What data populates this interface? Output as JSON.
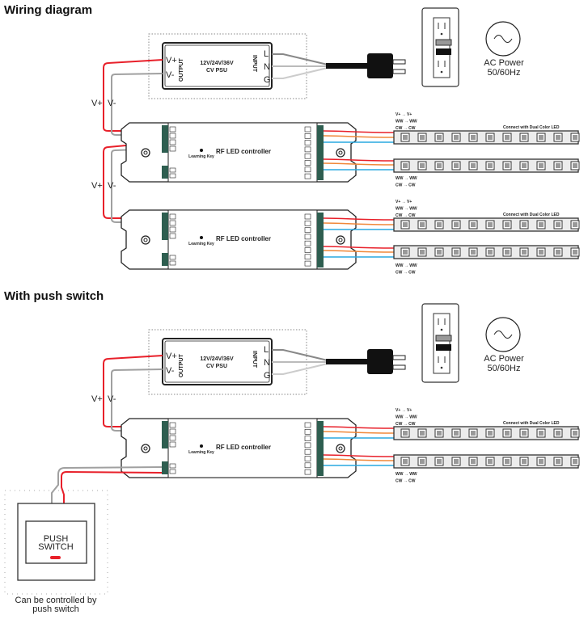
{
  "sections": [
    {
      "title": "Wiring diagram"
    },
    {
      "title": "With push switch"
    }
  ],
  "psu": {
    "output_label": "OUTPUT",
    "input_label": "INPUT",
    "v_plus": "V+",
    "v_minus": "V-",
    "model_line1": "12V/24V/36V",
    "model_line2": "CV PSU",
    "l": "L",
    "n": "N",
    "g": "G"
  },
  "ac_power": {
    "line1": "AC Power",
    "line2": "50/60Hz"
  },
  "power_link_label": {
    "vplus": "V+",
    "vminus": "V-"
  },
  "controller": {
    "name": "RF LED controller",
    "learning_key": "Learning Key"
  },
  "strip_labels": {
    "top": [
      "V+  →  V+",
      "WW  →  WW",
      "CW  →  CW"
    ],
    "bottom": [
      "WW  →  WW",
      "CW  →  CW"
    ],
    "connect": "Connect with Dual Color LED"
  },
  "push_switch": {
    "line1": "PUSH",
    "line2": "SWITCH",
    "caption1": "Can be controlled by",
    "caption2": "push switch"
  },
  "colors": {
    "red": "#e8202a",
    "grey": "#a0a0a0",
    "blue": "#29a8e0",
    "orange": "#f0883a",
    "terminal": "#2e5e50"
  }
}
